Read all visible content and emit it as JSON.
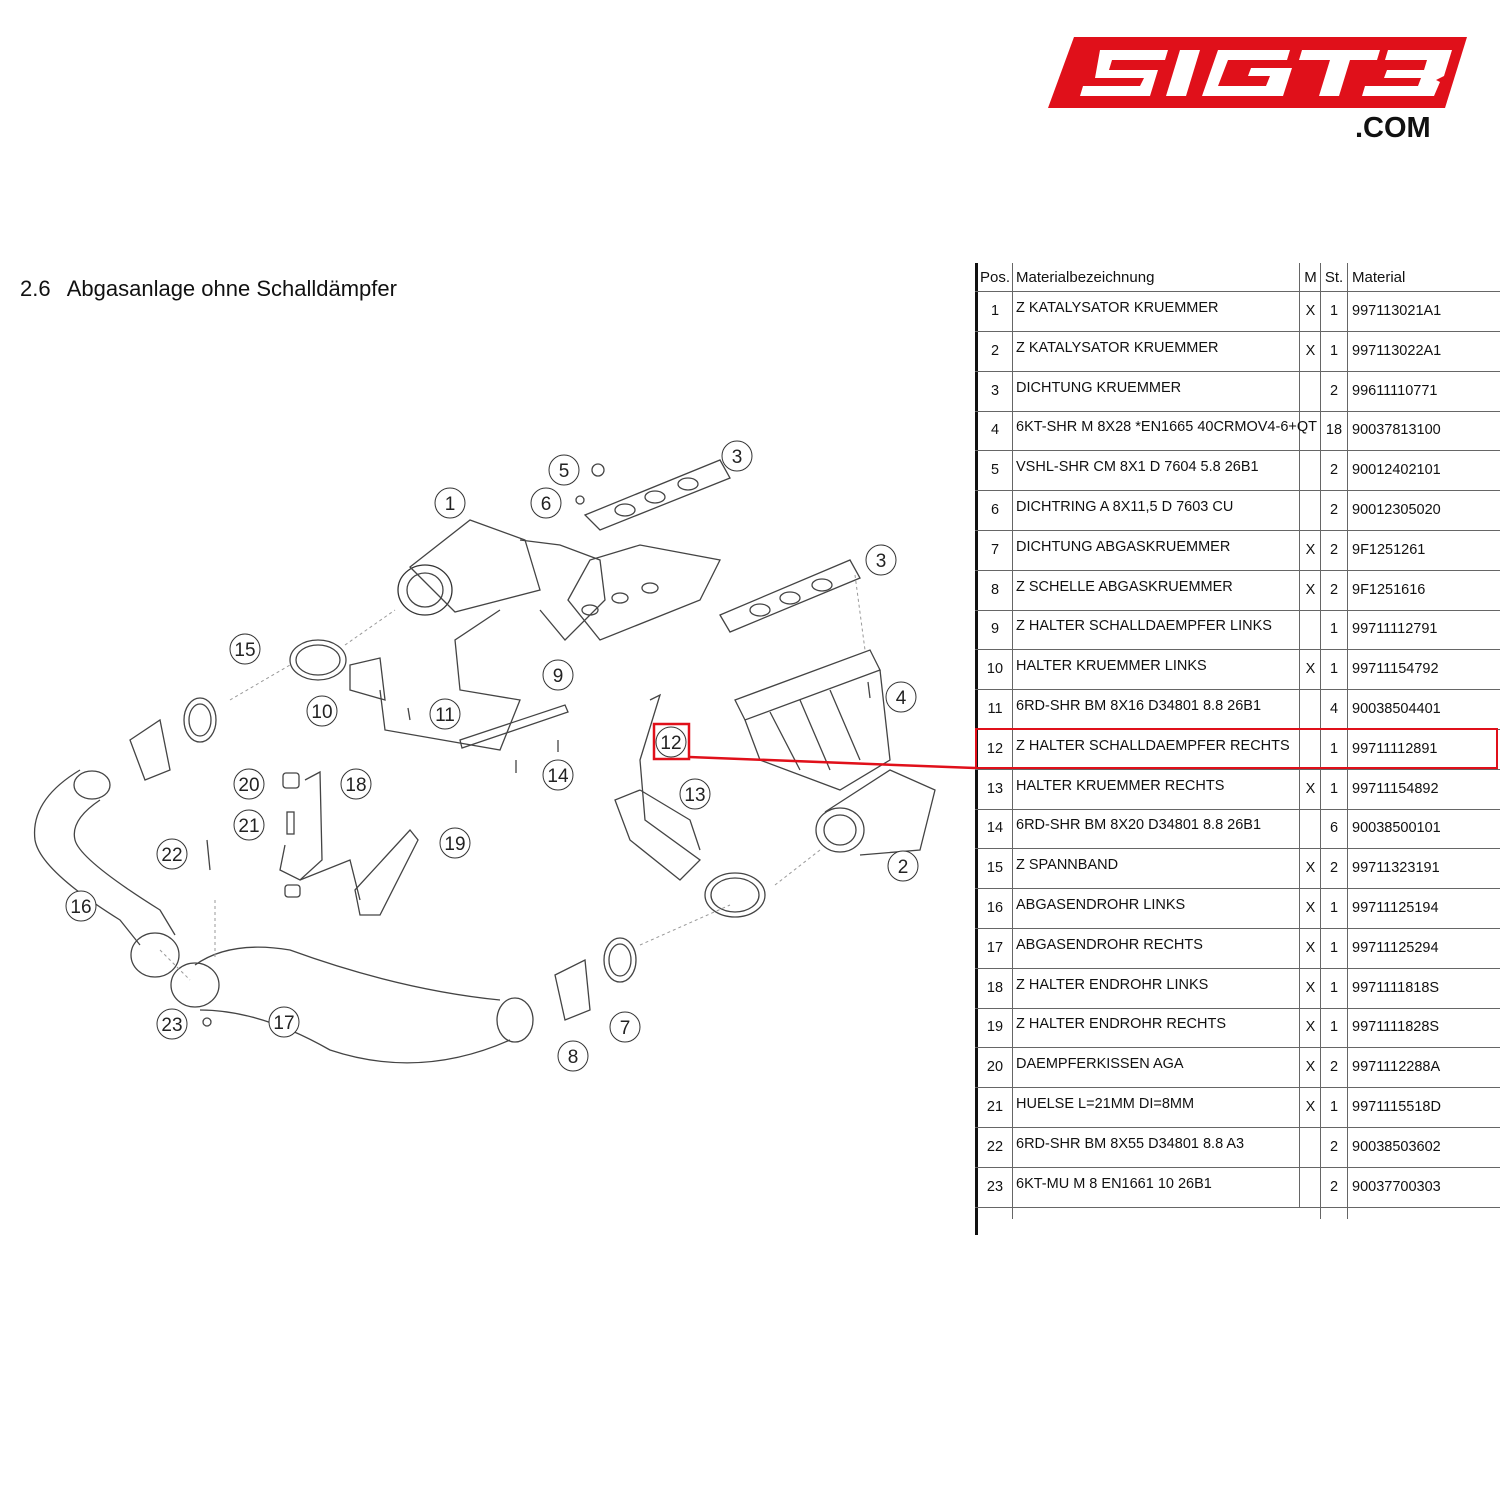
{
  "brand": {
    "logo_text": "51GT3",
    "logo_suffix": ".COM",
    "logo_color": "#e0101a"
  },
  "section": {
    "number": "2.6",
    "title": "Abgasanlage ohne Schalldämpfer"
  },
  "table": {
    "headers": {
      "pos": "Pos.",
      "name": "Materialbezeichnung",
      "m": "M",
      "st": "St.",
      "material": "Material"
    },
    "rows": [
      {
        "pos": "1",
        "name": "Z KATALYSATOR KRUEMMER",
        "m": "X",
        "st": "1",
        "material": "997113021A1"
      },
      {
        "pos": "2",
        "name": "Z KATALYSATOR KRUEMMER",
        "m": "X",
        "st": "1",
        "material": "997113022A1"
      },
      {
        "pos": "3",
        "name": "DICHTUNG KRUEMMER",
        "m": "",
        "st": "2",
        "material": "99611110771"
      },
      {
        "pos": "4",
        "name": "6KT-SHR M 8X28 *EN1665 40CRMOV4-6+QT",
        "m": "",
        "st": "18",
        "material": "90037813100"
      },
      {
        "pos": "5",
        "name": "VSHL-SHR CM 8X1 D 7604 5.8 26B1",
        "m": "",
        "st": "2",
        "material": "90012402101"
      },
      {
        "pos": "6",
        "name": "DICHTRING A 8X11,5 D 7603 CU",
        "m": "",
        "st": "2",
        "material": "90012305020"
      },
      {
        "pos": "7",
        "name": "DICHTUNG ABGASKRUEMMER",
        "m": "X",
        "st": "2",
        "material": "9F1251261"
      },
      {
        "pos": "8",
        "name": "Z SCHELLE ABGASKRUEMMER",
        "m": "X",
        "st": "2",
        "material": "9F1251616"
      },
      {
        "pos": "9",
        "name": "Z HALTER SCHALLDAEMPFER LINKS",
        "m": "",
        "st": "1",
        "material": "99711112791"
      },
      {
        "pos": "10",
        "name": "HALTER KRUEMMER LINKS",
        "m": "X",
        "st": "1",
        "material": "99711154792"
      },
      {
        "pos": "11",
        "name": "6RD-SHR BM 8X16 D34801 8.8 26B1",
        "m": "",
        "st": "4",
        "material": "90038504401"
      },
      {
        "pos": "12",
        "name": "Z HALTER SCHALLDAEMPFER RECHTS",
        "m": "",
        "st": "1",
        "material": "99711112891"
      },
      {
        "pos": "13",
        "name": "HALTER KRUEMMER RECHTS",
        "m": "X",
        "st": "1",
        "material": "99711154892"
      },
      {
        "pos": "14",
        "name": "6RD-SHR BM 8X20 D34801 8.8 26B1",
        "m": "",
        "st": "6",
        "material": "90038500101"
      },
      {
        "pos": "15",
        "name": "Z SPANNBAND",
        "m": "X",
        "st": "2",
        "material": "99711323191"
      },
      {
        "pos": "16",
        "name": "ABGASENDROHR LINKS",
        "m": "X",
        "st": "1",
        "material": "99711125194"
      },
      {
        "pos": "17",
        "name": "ABGASENDROHR RECHTS",
        "m": "X",
        "st": "1",
        "material": "99711125294"
      },
      {
        "pos": "18",
        "name": "Z HALTER ENDROHR LINKS",
        "m": "X",
        "st": "1",
        "material": "9971111818S"
      },
      {
        "pos": "19",
        "name": "Z HALTER ENDROHR RECHTS",
        "m": "X",
        "st": "1",
        "material": "9971111828S"
      },
      {
        "pos": "20",
        "name": "DAEMPFERKISSEN AGA",
        "m": "X",
        "st": "2",
        "material": "9971112288A"
      },
      {
        "pos": "21",
        "name": "HUELSE L=21MM DI=8MM",
        "m": "X",
        "st": "1",
        "material": "9971115518D"
      },
      {
        "pos": "22",
        "name": "6RD-SHR BM 8X55 D34801 8.8 A3",
        "m": "",
        "st": "2",
        "material": "90038503602"
      },
      {
        "pos": "23",
        "name": "6KT-MU M 8 EN1661 10 26B1",
        "m": "",
        "st": "2",
        "material": "90037700303"
      }
    ],
    "highlighted_pos": "12",
    "highlight_color": "#e0101a"
  },
  "diagram": {
    "callouts": [
      "1",
      "2",
      "3",
      "3",
      "4",
      "5",
      "6",
      "7",
      "8",
      "9",
      "10",
      "11",
      "12",
      "13",
      "14",
      "15",
      "16",
      "17",
      "18",
      "19",
      "20",
      "21",
      "22",
      "23"
    ]
  }
}
